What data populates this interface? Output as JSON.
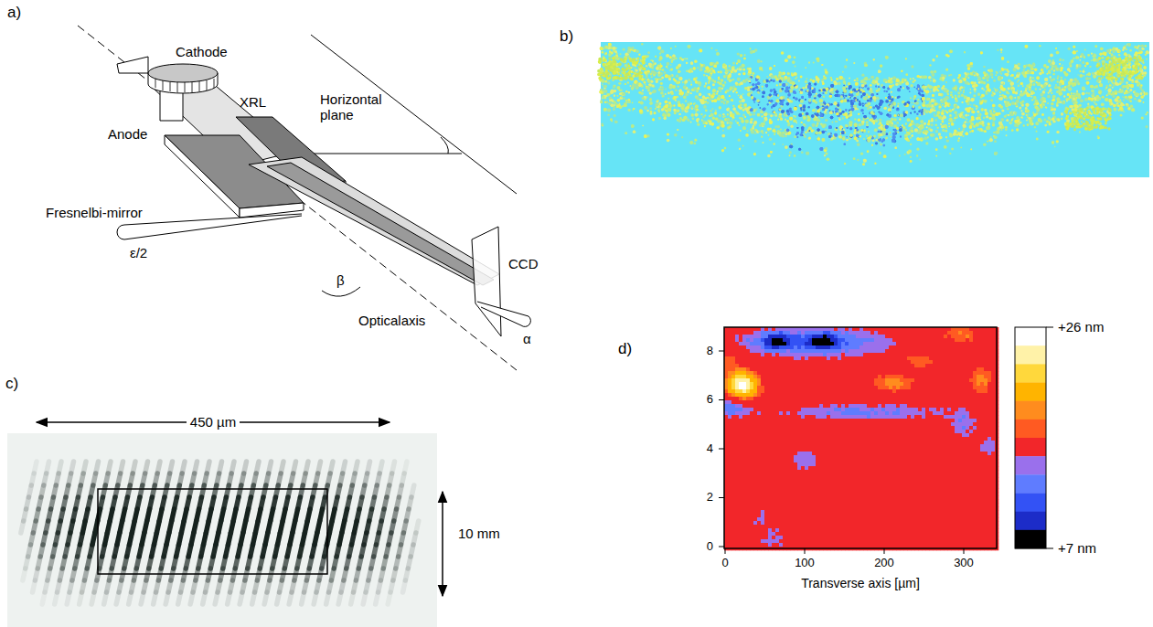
{
  "diagram": {
    "labels": [
      "a)",
      "Cathode",
      "XRL",
      "Anode",
      "Horizontal plane",
      "Fresnelbi-mirror",
      "ε/2",
      "β",
      "CCD",
      "Opticalaxis",
      "α",
      "b)",
      "c)",
      "450 µm",
      "10 mm",
      "d)",
      "8",
      "6",
      "4",
      "2",
      "0",
      "0",
      "100",
      "200",
      "300",
      "Transverse axis [µm]",
      "+26 nm",
      "+7 nm"
    ]
  }
}
